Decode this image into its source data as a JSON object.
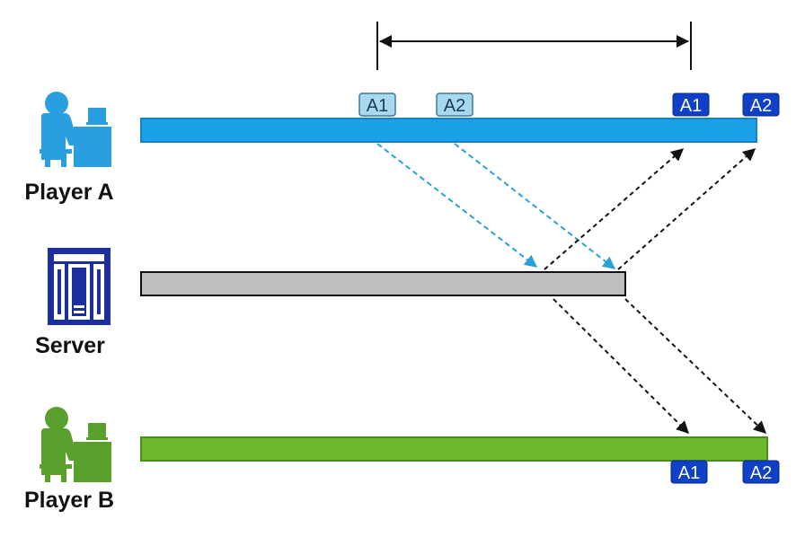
{
  "actors": {
    "player_a": {
      "label": "Player A",
      "color": "#2a9fdf"
    },
    "server": {
      "label": "Server",
      "color": "#1a2ea0"
    },
    "player_b": {
      "label": "Player B",
      "color": "#5aa02c"
    }
  },
  "timelines": {
    "player_a": {
      "fill": "#1aa0e6",
      "stroke": "#1682c4"
    },
    "server": {
      "fill": "#bfbfbf",
      "stroke": "#111111"
    },
    "player_b": {
      "fill": "#6bb82c",
      "stroke": "#4a8f1a"
    }
  },
  "badges": {
    "a_sent_1": "A1",
    "a_sent_2": "A2",
    "a_recv_1": "A1",
    "a_recv_2": "A2",
    "b_recv_1": "A1",
    "b_recv_2": "A2"
  },
  "colors": {
    "sent_badge_fill": "#a8d8ee",
    "sent_badge_text": "#1a3a5a",
    "recv_badge_fill": "#1040c8",
    "recv_badge_text": "#ffffff",
    "upload_arrow": "#2aa0d8",
    "relay_arrow": "#111111"
  },
  "icons": {
    "player_a": "person-at-computer-icon",
    "server": "server-rack-icon",
    "player_b": "person-at-computer-icon"
  }
}
